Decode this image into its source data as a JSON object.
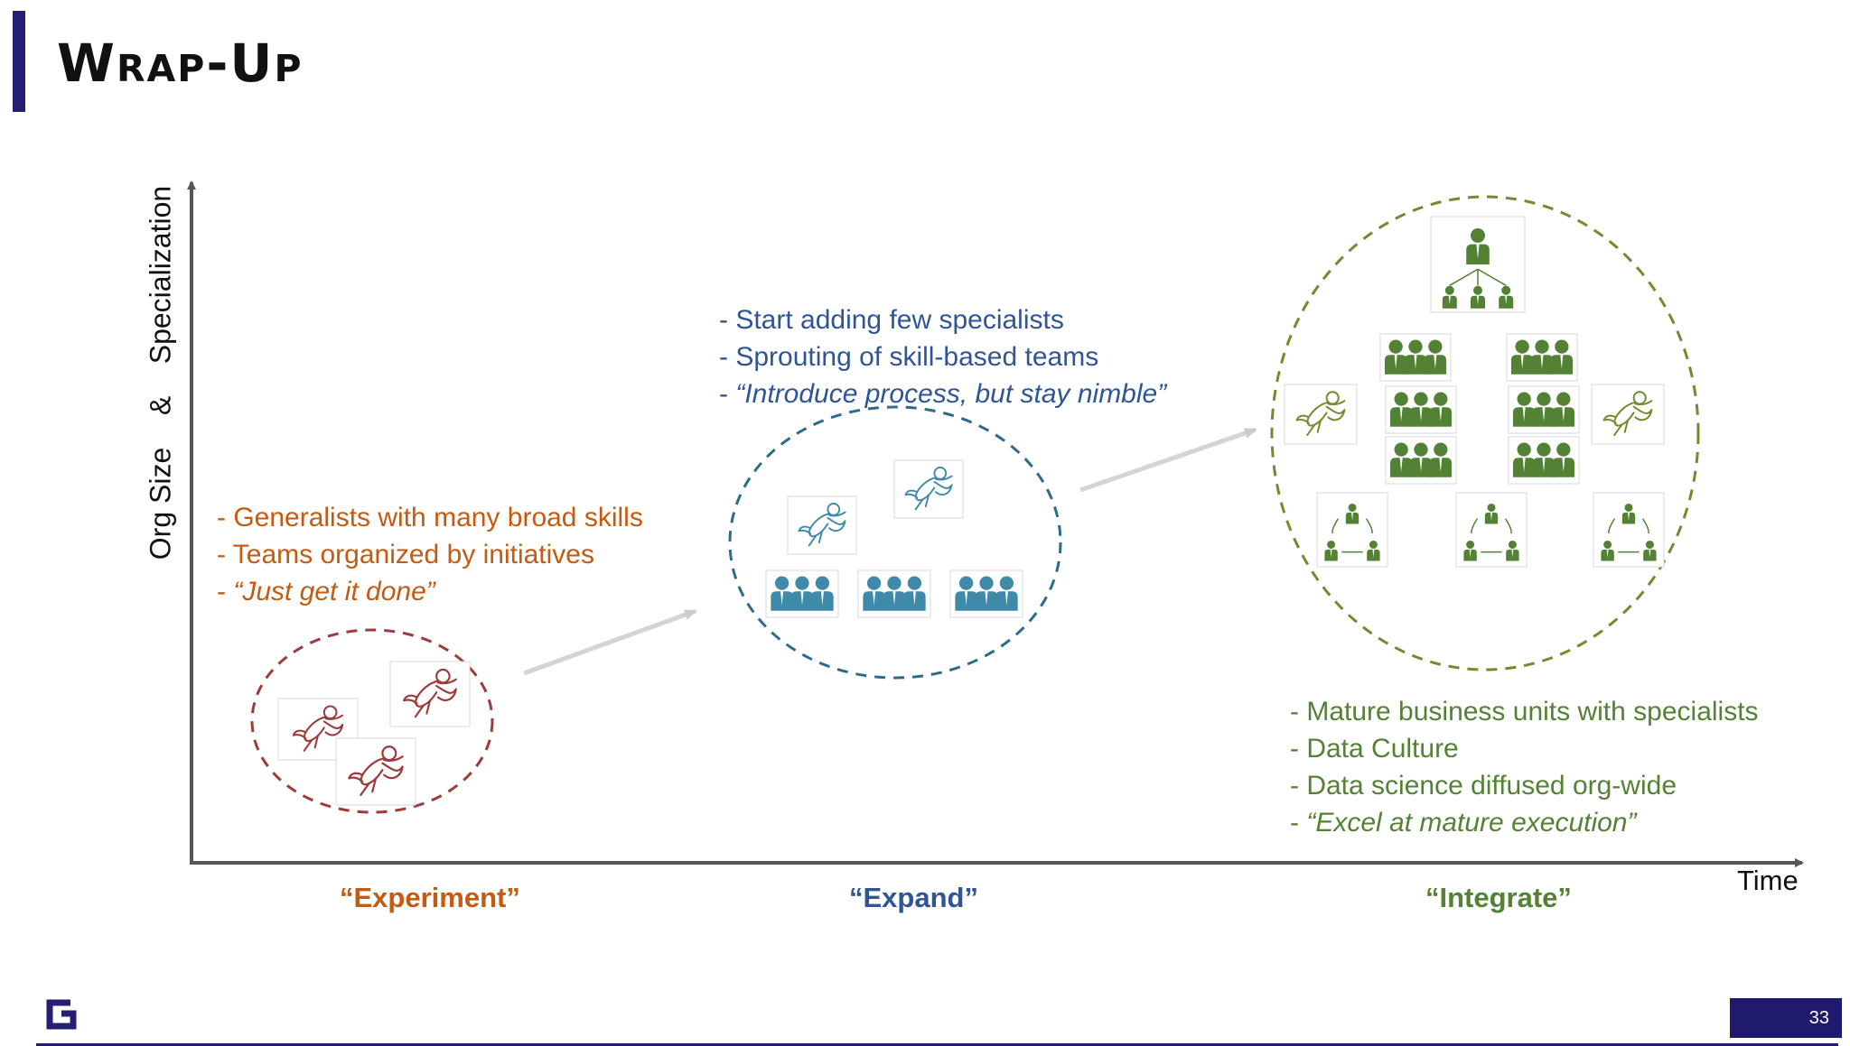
{
  "title": "Wrap-Up",
  "y_axis_label": "Org Size    &    Specialization",
  "x_axis_label": "Time",
  "colors": {
    "accent": "#241f73",
    "experiment": "#c55a11",
    "expand": "#2f5597",
    "integrate": "#548235",
    "experiment_circle": "#9e3a3a",
    "expand_icons": "#3e8aa8"
  },
  "stages": {
    "experiment": {
      "label": "“Experiment”",
      "bullets": [
        "- Generalists with many broad skills",
        "- Teams organized by initiatives"
      ],
      "quote": "“Just get it done”",
      "icons": [
        "superhero-icon",
        "superhero-icon",
        "superhero-icon"
      ]
    },
    "expand": {
      "label": "“Expand”",
      "bullets": [
        "- Start adding few specialists",
        "- Sprouting of skill-based teams"
      ],
      "quote": "“Introduce process, but stay nimble”",
      "icons": [
        "superhero-icon",
        "superhero-icon",
        "team-icon",
        "team-icon",
        "team-icon"
      ]
    },
    "integrate": {
      "label": "“Integrate”",
      "bullets": [
        "- Mature business units with specialists",
        "- Data Culture",
        "- Data science diffused org-wide"
      ],
      "quote": "“Excel at mature execution”",
      "icons": [
        "hierarchy-icon",
        "team-icon",
        "superhero-icon",
        "cycle-team-icon"
      ]
    }
  },
  "page_number": "33"
}
